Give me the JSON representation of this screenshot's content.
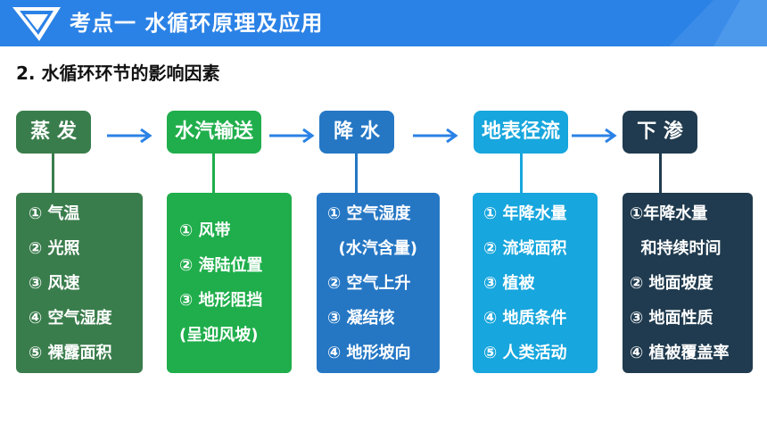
{
  "header": {
    "title": "考点一  水循环原理及应用"
  },
  "subtitle": "2. 水循环环节的影响因素",
  "colors": {
    "header": "#2b82e6",
    "arrow": "#2b82e6",
    "stage1": "#3a7d4c",
    "stage2": "#1fae4b",
    "stage3": "#2577c4",
    "stage4": "#17a6dd",
    "stage5": "#203b4f"
  },
  "stages": [
    {
      "label": "蒸 发",
      "items": [
        "① 气温",
        "② 光照",
        "③ 风速",
        "④ 空气湿度",
        "⑤ 裸露面积"
      ]
    },
    {
      "label": "水汽输送",
      "items": [
        "① 风带",
        "② 海陆位置",
        "③ 地形阻挡",
        "(呈迎风坡)"
      ]
    },
    {
      "label": "降 水",
      "items": [
        "① 空气湿度",
        "  (水汽含量)",
        "② 空气上升",
        "③ 凝结核",
        "④ 地形坡向"
      ]
    },
    {
      "label": "地表径流",
      "items": [
        "① 年降水量",
        "② 流域面积",
        "③ 植被",
        "④ 地质条件",
        "⑤ 人类活动"
      ]
    },
    {
      "label": "下 渗",
      "items": [
        "①年降水量",
        "  和持续时间",
        "② 地面坡度",
        "③ 地面性质",
        "④ 植被覆盖率"
      ]
    }
  ]
}
